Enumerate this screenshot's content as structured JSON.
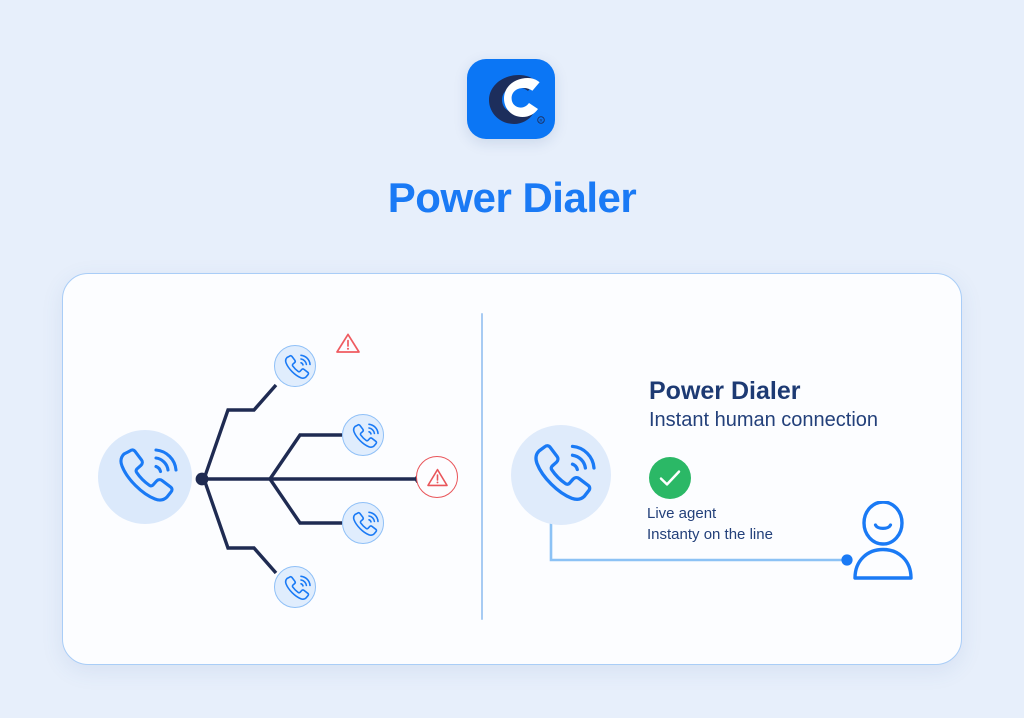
{
  "page": {
    "background_color": "#e7effb",
    "title": "Power Dialer"
  },
  "logo": {
    "name": "close-logo-icon",
    "tile_color": "#0b76f5",
    "glyph_dark_color": "#1d2e5c",
    "glyph_light_color": "#ffffff",
    "registered_mark": "®"
  },
  "card": {
    "background_color": "#fcfdff",
    "border_color": "#a9cdf7",
    "divider_color": "#a7cbf3"
  },
  "left_panel": {
    "name": "traditional-dialer-diagram",
    "hub": {
      "icon": "phone-call-icon",
      "circle_color": "#dbe9fb",
      "icon_color": "#1a7af5"
    },
    "branch_color": "#1f2b52",
    "nodes": [
      {
        "icon": "phone-call-icon",
        "label": "outbound-call-node-1"
      },
      {
        "icon": "phone-call-icon",
        "label": "outbound-call-node-2"
      },
      {
        "icon": "phone-call-icon",
        "label": "outbound-call-node-3"
      },
      {
        "icon": "phone-call-icon",
        "label": "outbound-call-node-4"
      }
    ],
    "warnings": [
      {
        "icon": "warning-triangle-icon",
        "color": "#ef5b60",
        "style": "bare"
      },
      {
        "icon": "warning-triangle-icon",
        "color": "#e9555a",
        "style": "circled"
      }
    ]
  },
  "right_panel": {
    "name": "power-dialer-result",
    "title": "Power Dialer",
    "subtitle": "Instant human connection",
    "hub": {
      "icon": "phone-call-icon",
      "circle_color": "#dfebfb",
      "icon_color": "#1a7af5"
    },
    "status": {
      "badge_icon": "check-icon",
      "badge_color": "#2bb866",
      "line1": "Live agent",
      "line2": "Instanty on the line"
    },
    "agent": {
      "icon": "person-icon",
      "color": "#1a7af5"
    },
    "connector_color": "#8cc2f5",
    "connector_dot_color": "#1a7af5"
  }
}
